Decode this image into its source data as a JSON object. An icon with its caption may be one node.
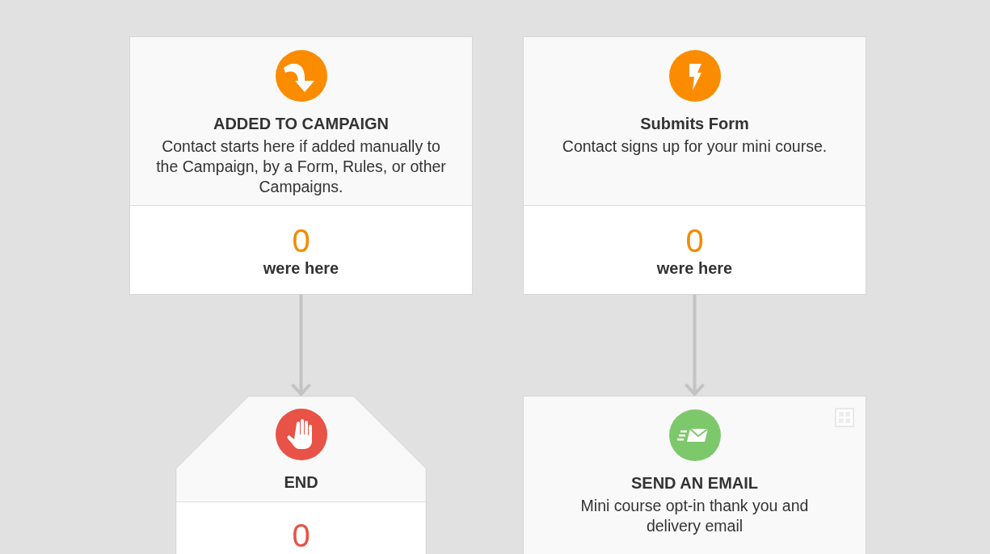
{
  "diagram": {
    "nodes": [
      {
        "text": [
          "ADDED TO CAMPAIGN",
          "Contact starts here if added manually to the Campaign, by a Form, Rules, or other Campaigns.",
          "0",
          "were here"
        ]
      },
      {
        "text": [
          "Submits Form",
          "Contact signs up for your mini course.",
          "0",
          "were here"
        ]
      },
      {
        "text": [
          "END",
          "0"
        ]
      },
      {
        "text": [
          "SEND AN EMAIL",
          "Mini course opt-in thank you and delivery email"
        ]
      }
    ],
    "edges": [
      {
        "from": 0,
        "to": 2,
        "arrow": "to"
      },
      {
        "from": 1,
        "to": 3,
        "arrow": "to"
      }
    ]
  }
}
